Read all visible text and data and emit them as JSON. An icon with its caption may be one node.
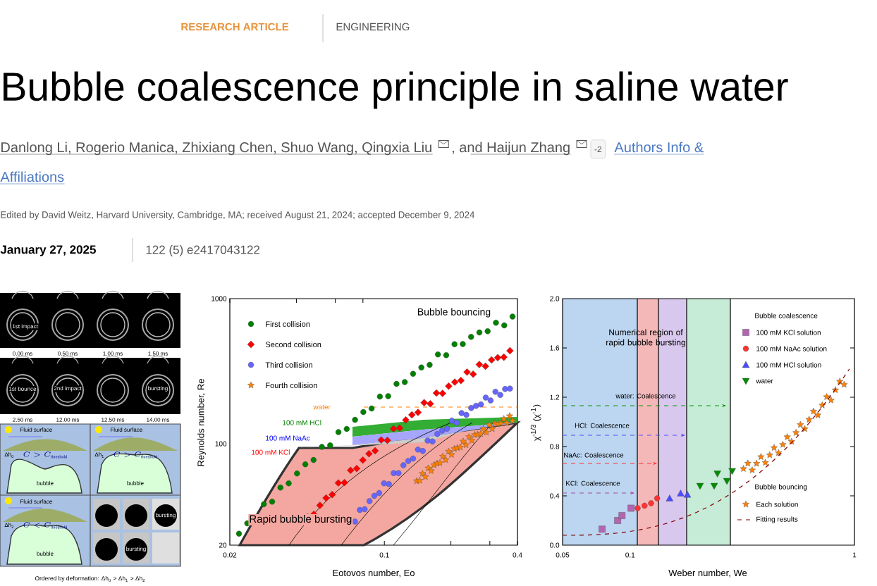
{
  "diagram": {
    "title": "Bubble coalescence principle in saline water",
    "nodes": [
      {
        "text": [
          "-2"
        ]
      }
    ],
    "labels": [
      "RESEARCH ARTICLE",
      "ENGINEERING",
      "Danlong Li, Rogerio Manica, Zhixiang Chen, Shuo Wang, Qingxia Liu",
      ", and Haijun Zhang",
      "Authors Info &",
      "Affiliations",
      "Edited by David Weitz, Harvard University, Cambridge, MA; received August 21, 2024; accepted December 9, 2024",
      "January 27, 2025",
      "122 (5) e2417043122",
      "1st impact",
      "0.00 ms",
      "0.50 ms",
      "1.00 ms",
      "1.50 ms",
      "1st bounce",
      "2nd impact",
      "bursting",
      "2.50 ms",
      "12.00 ms",
      "12.50 ms",
      "14.00 ms",
      "Fluid surface",
      "Δh$_{0}$",
      "C > C_{\\mathrm{threshold}}",
      "bubble",
      "Fluid surface",
      "Δh$_{1}$",
      "C > C_{\\mathrm{threshold}}",
      "bubble",
      "Fluid surface",
      "Δh$_{2}$",
      "C < C_{\\mathrm{threshold}}",
      "bubble",
      "bursting",
      "bursting",
      "Ordered by deformation: Δh$_{0}$ > Δh$_{1}$ > Δh$_{2}$",
      "1000",
      "100",
      "20",
      "0.02",
      "0.1",
      "0.4",
      "Reynolds number, Re",
      "Eotovos number, Eo",
      "Bubble bouncing",
      "water",
      "100 mM HCl",
      "100 mM NaAc",
      "100 mM KCl",
      "Rapid bubble bursting",
      "2.0",
      "1.6",
      "1.2",
      "0.8",
      "0.4",
      "0.0",
      "0.05",
      "0.1",
      "1",
      "Weber number, We",
      "χ$^{-1/3}$ (χ$^{-1}$)",
      "Numerical region of rapid bubble bursting",
      "Bubble coalescence",
      "water: Coalescence",
      "HCl: Coalescence",
      "NaAc: Coalescence",
      "KCl: Coalescence",
      "Bubble bouncing"
    ],
    "legend": [
      {
        "text": "First collision"
      },
      {
        "text": "Second collision"
      },
      {
        "text": "Third collision"
      },
      {
        "text": "Fourth collision"
      },
      {
        "text": "100 mM KCl solution"
      },
      {
        "text": "100 mM NaAc solution"
      },
      {
        "text": "100 mM HCl solution"
      },
      {
        "text": "water"
      },
      {
        "text": "Each solution"
      },
      {
        "text": "Fitting results"
      }
    ]
  }
}
